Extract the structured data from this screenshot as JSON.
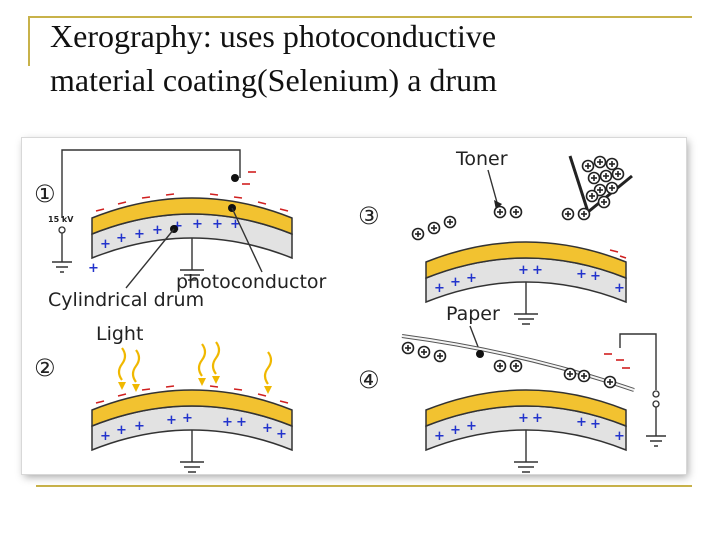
{
  "slide": {
    "title_line1": "Xerography: uses photoconductive",
    "title_line2": "material coating(Selenium) a drum"
  },
  "diagram": {
    "step1": "①",
    "step2": "②",
    "step3": "③",
    "step4": "④",
    "voltage": "15 kV",
    "photoconductor": "photoconductor",
    "drum": "Cylindrical drum",
    "light": "Light",
    "toner": "Toner",
    "paper": "Paper",
    "plus": "+",
    "minus": "−",
    "colors": {
      "photoconductor": "#f2c230",
      "drum": "#e2e2e2",
      "negative_charge": "#d02020",
      "positive_charge": "#2233cc",
      "light_rays": "#f0b800",
      "frame": "#c8b24a"
    }
  }
}
